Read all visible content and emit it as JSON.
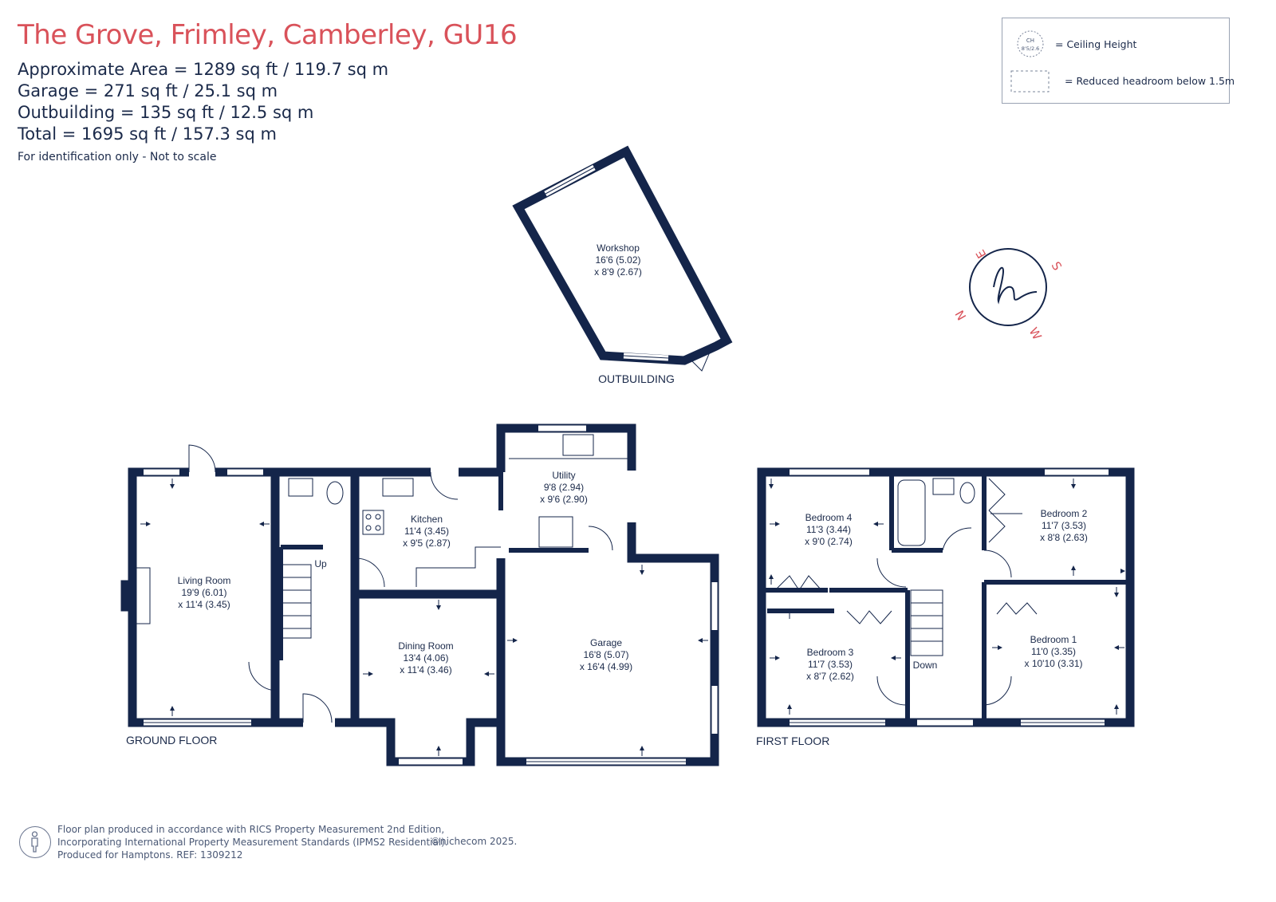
{
  "header": {
    "title": "The Grove, Frimley, Camberley, GU16",
    "areas": [
      "Approximate Area = 1289 sq ft / 119.7 sq m",
      "Garage = 271 sq ft / 25.1 sq m",
      "Outbuilding = 135 sq ft / 12.5 sq m",
      "Total = 1695 sq ft / 157.3 sq m"
    ],
    "note": "For identification only - Not to scale"
  },
  "legend": {
    "ceiling_symbol_line1": "CH",
    "ceiling_symbol_line2": "8'5/2.6",
    "ceiling_label": "= Ceiling Height",
    "headroom_label": "= Reduced headroom below 1.5m"
  },
  "compass": {
    "n": "N",
    "e": "E",
    "s": "S",
    "w": "W"
  },
  "outbuilding": {
    "label": "OUTBUILDING",
    "workshop": {
      "name": "Workshop",
      "dim1": "16'6 (5.02)",
      "dim2": "x 8'9 (2.67)"
    }
  },
  "ground_floor": {
    "label": "GROUND FLOOR",
    "up": "Up",
    "rooms": {
      "living": {
        "name": "Living Room",
        "dim1": "19'9 (6.01)",
        "dim2": "x 11'4 (3.45)"
      },
      "kitchen": {
        "name": "Kitchen",
        "dim1": "11'4 (3.45)",
        "dim2": "x 9'5 (2.87)"
      },
      "utility": {
        "name": "Utility",
        "dim1": "9'8 (2.94)",
        "dim2": "x 9'6 (2.90)"
      },
      "dining": {
        "name": "Dining Room",
        "dim1": "13'4 (4.06)",
        "dim2": "x 11'4 (3.46)"
      },
      "garage": {
        "name": "Garage",
        "dim1": "16'8 (5.07)",
        "dim2": "x 16'4 (4.99)"
      }
    }
  },
  "first_floor": {
    "label": "FIRST FLOOR",
    "down": "Down",
    "rooms": {
      "bed4": {
        "name": "Bedroom 4",
        "dim1": "11'3 (3.44)",
        "dim2": "x 9'0 (2.74)"
      },
      "bed2": {
        "name": "Bedroom 2",
        "dim1": "11'7 (3.53)",
        "dim2": "x 8'8 (2.63)"
      },
      "bed3": {
        "name": "Bedroom 3",
        "dim1": "11'7 (3.53)",
        "dim2": "x 8'7 (2.62)"
      },
      "bed1": {
        "name": "Bedroom 1",
        "dim1": "11'0 (3.35)",
        "dim2": "x 10'10 (3.31)"
      }
    }
  },
  "footer": {
    "lines": [
      "Floor plan produced in accordance with RICS Property Measurement 2nd Edition,",
      "Incorporating International Property Measurement Standards (IPMS2 Residential).",
      "Produced for Hamptons.   REF:  1309212"
    ],
    "copyright": "©nichecom 2025."
  },
  "colors": {
    "wall": "#14254a",
    "title": "#d9525a",
    "compass": "#d9525a",
    "text": "#1b2a4a"
  }
}
